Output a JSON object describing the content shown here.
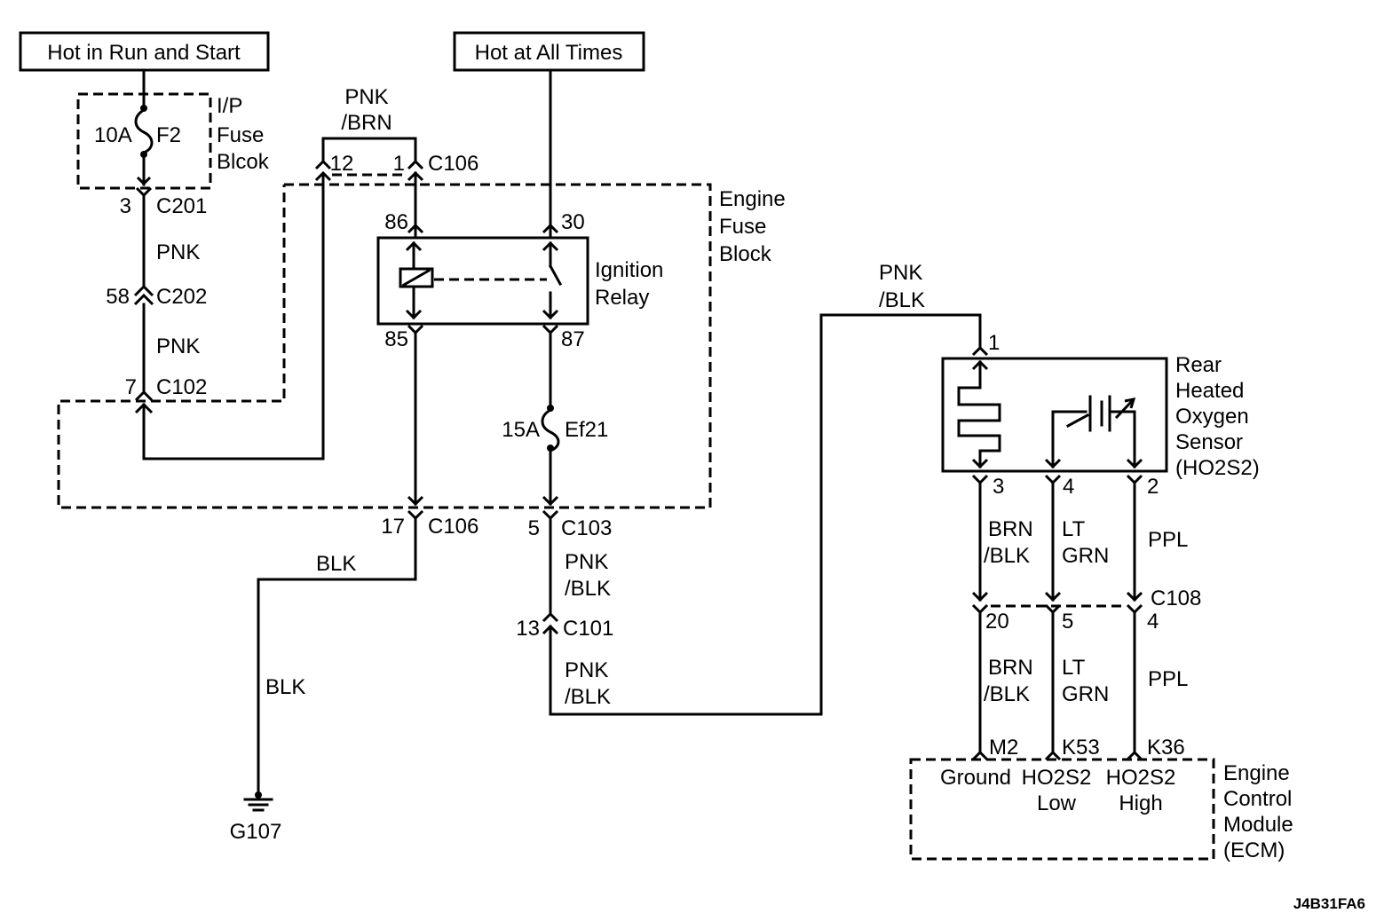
{
  "power": {
    "run_start": "Hot in Run and Start",
    "all_times": "Hot at All Times"
  },
  "ip_fuse_block": {
    "label_1": "I/P",
    "label_2": "Fuse",
    "label_3": "Blcok",
    "fuse_rating": "10A",
    "fuse_name": "F2"
  },
  "connectors": {
    "c201_pin": "3",
    "c201": "C201",
    "c202_pin": "58",
    "c202": "C202",
    "c102_pin": "7",
    "c102": "C102",
    "c106_pin12": "12",
    "c106_pin1": "1",
    "c106_top": "C106",
    "c106_pin17": "17",
    "c106_bottom": "C106",
    "c103_pin": "5",
    "c103": "C103",
    "c101_pin": "13",
    "c101": "C101",
    "c108": "C108",
    "c108_pin20": "20",
    "c108_pin5": "5",
    "c108_pin4": "4"
  },
  "wires": {
    "pnk_1": "PNK",
    "pnk_2": "PNK",
    "pnk_brn_1": "PNK",
    "pnk_brn_2": "/BRN",
    "pnk_blk_a1": "PNK",
    "pnk_blk_a2": "/BLK",
    "pnk_blk_b1": "PNK",
    "pnk_blk_b2": "/BLK",
    "pnk_blk_c1": "PNK",
    "pnk_blk_c2": "/BLK",
    "blk_1": "BLK",
    "blk_2": "BLK",
    "brn_blk_a1": "BRN",
    "brn_blk_a2": "/BLK",
    "ltgrn_a1": "LT",
    "ltgrn_a2": "GRN",
    "ppl_a": "PPL",
    "brn_blk_b1": "BRN",
    "brn_blk_b2": "/BLK",
    "ltgrn_b1": "LT",
    "ltgrn_b2": "GRN",
    "ppl_b": "PPL"
  },
  "engine_fuse_block": {
    "label_1": "Engine",
    "label_2": "Fuse",
    "label_3": "Block",
    "fuse_rating": "15A",
    "fuse_name": "Ef21"
  },
  "relay": {
    "label_1": "Ignition",
    "label_2": "Relay",
    "pin86": "86",
    "pin30": "30",
    "pin85": "85",
    "pin87": "87"
  },
  "sensor": {
    "label_1": "Rear",
    "label_2": "Heated",
    "label_3": "Oxygen",
    "label_4": "Sensor",
    "label_5": "(HO2S2)",
    "pin1": "1",
    "pin3": "3",
    "pin4": "4",
    "pin2": "2"
  },
  "ecm": {
    "label_1": "Engine",
    "label_2": "Control",
    "label_3": "Module",
    "label_4": "(ECM)",
    "pin_m2": "M2",
    "pin_k53": "K53",
    "pin_k36": "K36",
    "ground": "Ground",
    "ho2s2_low_1": "HO2S2",
    "ho2s2_low_2": "Low",
    "ho2s2_high_1": "HO2S2",
    "ho2s2_high_2": "High"
  },
  "ground_label": "G107",
  "figure_id": "J4B31FA6"
}
